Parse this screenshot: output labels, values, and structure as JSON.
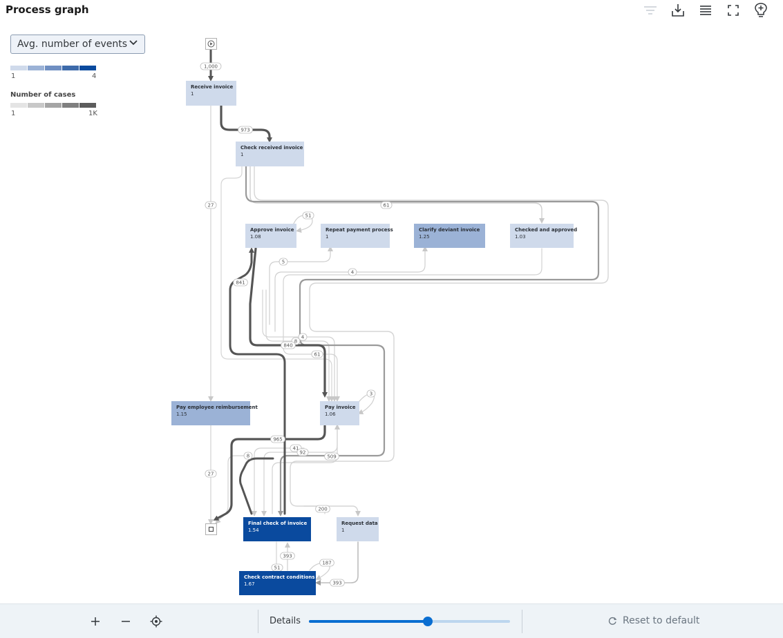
{
  "header": {
    "title": "Process graph",
    "icons": [
      "filter-icon",
      "download-icon",
      "list-icon",
      "fullscreen-icon",
      "lightbulb-icon"
    ]
  },
  "legend": {
    "metric_select": "Avg. number of events",
    "events_scale": {
      "min": "1",
      "max": "4",
      "colors": [
        "#cfdaeb",
        "#9bb2d6",
        "#6f8fc2",
        "#3d6aaa",
        "#0a4a9e"
      ]
    },
    "cases_title": "Number of cases",
    "cases_scale": {
      "min": "1",
      "max": "1K",
      "colors": [
        "#e4e4e4",
        "#c8c8c8",
        "#a5a5a5",
        "#7f7f7f",
        "#5c5c5c"
      ]
    }
  },
  "nodes": {
    "receive_invoice": {
      "name": "Receive invoice",
      "value": "1"
    },
    "check_received_invoice": {
      "name": "Check received invoice",
      "value": "1"
    },
    "approve_invoice": {
      "name": "Approve invoice",
      "value": "1.08"
    },
    "repeat_payment_process": {
      "name": "Repeat payment process",
      "value": "1"
    },
    "clarify_deviant_invoice": {
      "name": "Clarify deviant invoice",
      "value": "1.25"
    },
    "checked_and_approved": {
      "name": "Checked and approved",
      "value": "1.03"
    },
    "pay_employee_reimbursement": {
      "name": "Pay employee reimbursement",
      "value": "1.15"
    },
    "pay_invoice": {
      "name": "Pay invoice",
      "value": "1.06"
    },
    "final_check_of_invoice": {
      "name": "Final check of invoice",
      "value": "1.54"
    },
    "request_data": {
      "name": "Request data",
      "value": "1"
    },
    "check_contract_conditions": {
      "name": "Check contract conditions",
      "value": "1.67"
    }
  },
  "edge_labels": {
    "start_receive": "1,000",
    "receive_check": "973",
    "receive_payemp": "27",
    "check_checked": "61",
    "approve_self": "51",
    "to_repeat": "5",
    "to_clarify": "4",
    "to_approve": "841",
    "to_pay_4": "4",
    "to_pay_8": "8",
    "approve_pay": "840",
    "checked_pay": "61",
    "pay_self": "3",
    "pay_final": "965",
    "to_final_41": "41",
    "to_final_92": "92",
    "to_final_8": "8",
    "to_final_509": "509",
    "payemp_end": "27",
    "to_request": "200",
    "final_contract": "51",
    "contract_final": "393",
    "contract_self": "187",
    "request_contract": "393"
  },
  "footer": {
    "details_label": "Details",
    "details_level": 0.59,
    "reset_label": "Reset to default"
  }
}
